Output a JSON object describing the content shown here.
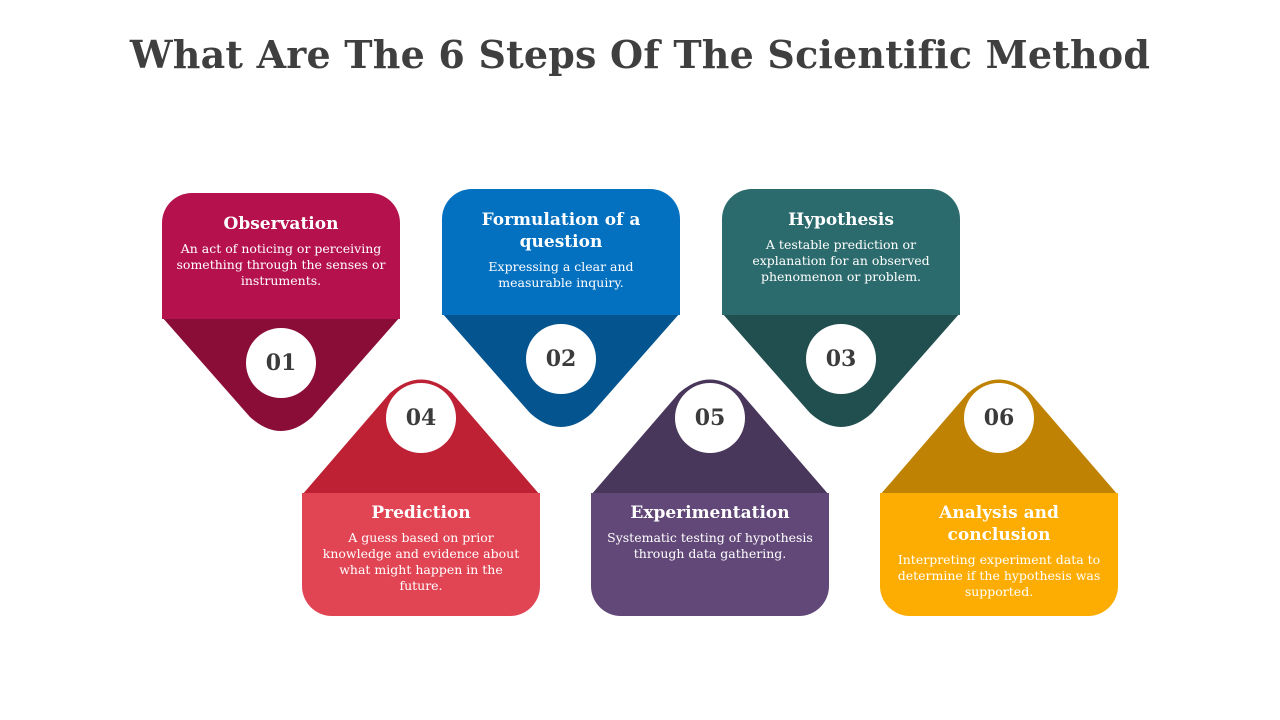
{
  "title": "What Are The 6 Steps Of The Scientific Method",
  "steps": [
    {
      "number": "01",
      "title": "Observation",
      "description": "An act of noticing or perceiving something through the senses or instruments.",
      "color": "#B5124D",
      "dark_color": "#8A0D38"
    },
    {
      "number": "02",
      "title": "Formulation of a question",
      "description": "Expressing a clear and measurable inquiry.",
      "color": "#0370C0",
      "dark_color": "#04548F"
    },
    {
      "number": "03",
      "title": "Hypothesis",
      "description": "A testable prediction or explanation for an observed phenomenon or problem.",
      "color": "#2C6B6D",
      "dark_color": "#214F50"
    },
    {
      "number": "04",
      "title": "Prediction",
      "description": "A guess based on prior knowledge and evidence about what might happen in the future.",
      "color": "#E14554",
      "dark_color": "#BE2134"
    },
    {
      "number": "05",
      "title": "Experimentation",
      "description": "Systematic testing of hypothesis through data gathering.",
      "color": "#614878",
      "dark_color": "#48365B"
    },
    {
      "number": "06",
      "title": "Analysis and conclusion",
      "description": "Interpreting experiment data to determine if the hypothesis was supported.",
      "color": "#FDAD02",
      "dark_color": "#BF8202"
    }
  ]
}
